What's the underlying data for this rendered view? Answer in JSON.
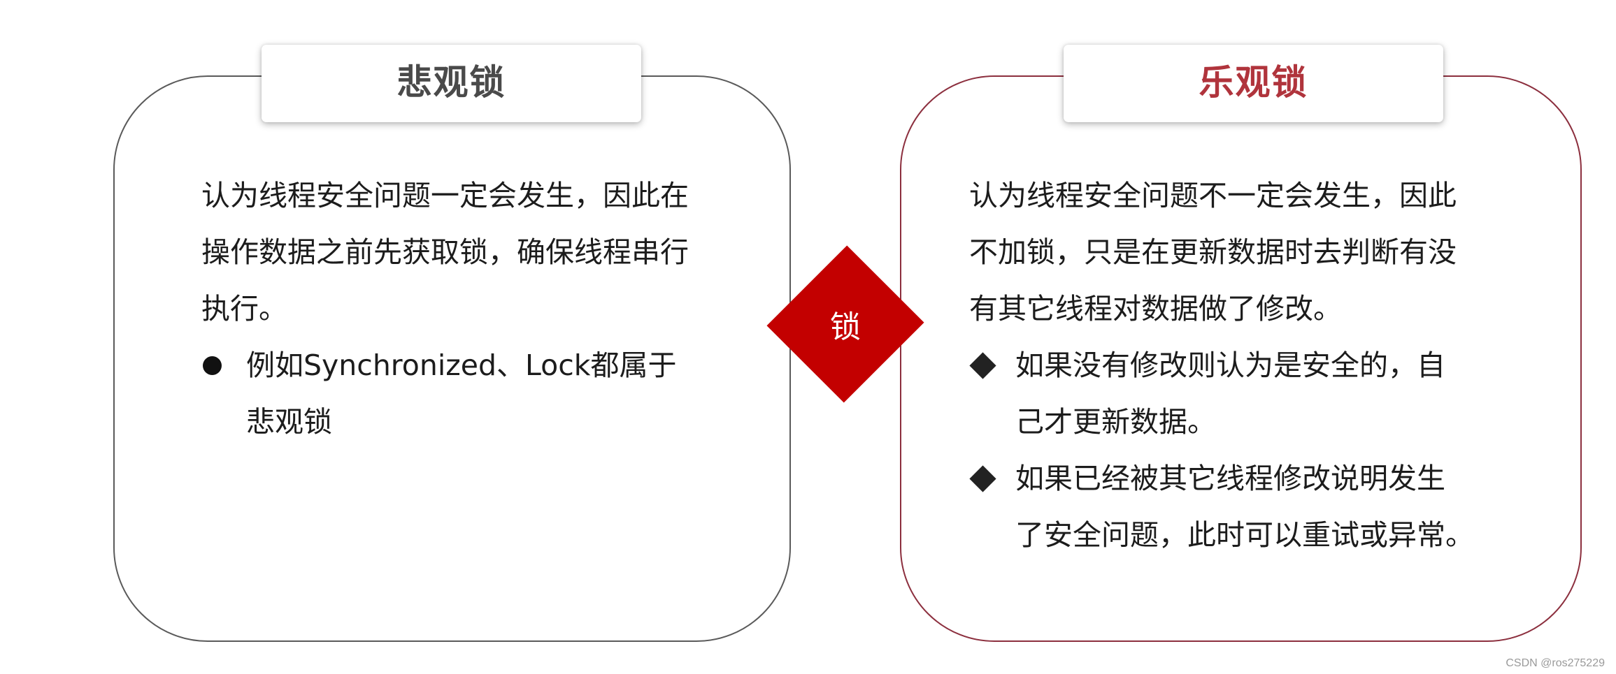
{
  "pessimistic": {
    "title": "悲观锁",
    "title_color": "#4a4a4a",
    "border_color": "#5a5a5a",
    "description_lines": [
      "认为线程安全问题一定会发生，因此在",
      "操作数据之前先获取锁，确保线程串行",
      "执行。"
    ],
    "bullets": [
      {
        "icon": "filled-circle-bullet",
        "lines": [
          "例如Synchronized、Lock都属于",
          "悲观锁"
        ]
      }
    ]
  },
  "center": {
    "label": "锁",
    "color": "#c30000"
  },
  "optimistic": {
    "title": "乐观锁",
    "title_color": "#b0343c",
    "border_color": "#8c2f3e",
    "description_lines": [
      "认为线程安全问题不一定会发生，因此",
      "不加锁，只是在更新数据时去判断有没",
      "有其它线程对数据做了修改。"
    ],
    "bullets": [
      {
        "icon": "diamond-bullet",
        "lines": [
          "如果没有修改则认为是安全的，自",
          "己才更新数据。"
        ]
      },
      {
        "icon": "diamond-bullet",
        "lines": [
          "如果已经被其它线程修改说明发生",
          "了安全问题，此时可以重试或异常。"
        ]
      }
    ]
  },
  "watermark": "CSDN @ros275229"
}
